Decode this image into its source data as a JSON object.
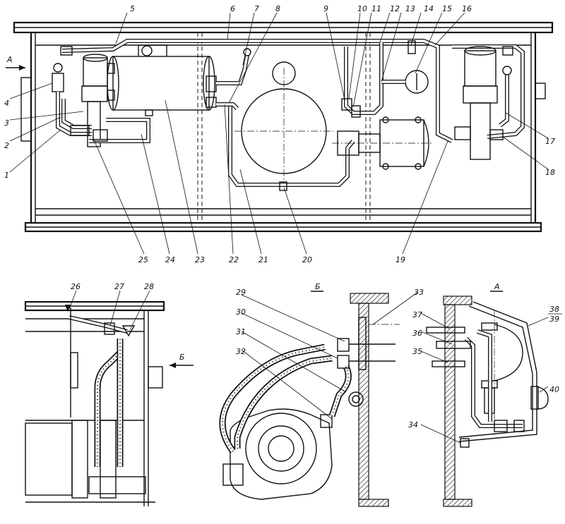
{
  "labels": {
    "c1": "1",
    "c2": "2",
    "c3": "3",
    "c4": "4",
    "c5": "5",
    "c6": "6",
    "c7": "7",
    "c8": "8",
    "c9": "9",
    "c10": "10",
    "c11": "11",
    "c12": "12",
    "c13": "13",
    "c14": "14",
    "c15": "15",
    "c16": "16",
    "c17": "17",
    "c18": "18",
    "c19": "19",
    "c20": "20",
    "c21": "21",
    "c22": "22",
    "c23": "23",
    "c24": "24",
    "c25": "25",
    "c26": "26",
    "c27": "27",
    "c28": "28",
    "c29": "29",
    "c30": "30",
    "c31": "31",
    "c32": "32",
    "c33": "33",
    "c34": "34",
    "c35": "35",
    "c36": "36",
    "c37": "37",
    "c38": "38",
    "c39": "39",
    "c40": "40"
  },
  "views": {
    "arrow_a": "A",
    "arrow_b": "Б",
    "title_b": "Б",
    "title_a": "A"
  }
}
